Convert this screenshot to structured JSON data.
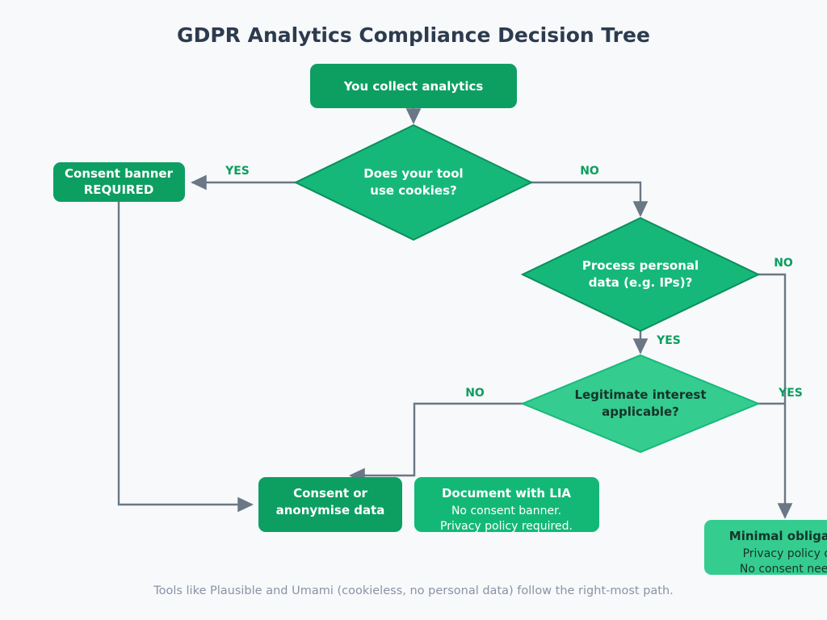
{
  "page": {
    "title": "GDPR Analytics Compliance Decision Tree",
    "caption": "Tools like Plausible and Umami (cookieless, no personal data) follow the right-most path.",
    "background_color": "#f7f9fb"
  },
  "colors": {
    "dark_green": "#0d9f62",
    "mid_green": "#13b877",
    "diamond_green": "#16b87a",
    "light_green": "#35cc8f",
    "diamond_border": "#0b8f5c",
    "connector_grey": "#6b7785",
    "title_text": "#2d3b4e",
    "edge_label_green": "#0b9e5e",
    "caption_grey": "#8a93a5",
    "white_text": "#ffffff",
    "dark_text": "#15342a"
  },
  "nodes": {
    "start": {
      "id": "you-collect-analytics",
      "shape": "rounded-rect",
      "label": "You collect analytics",
      "fill": "#0d9f62",
      "text_color": "#ffffff"
    },
    "decision_cookies": {
      "id": "does-your-tool-use-cookies",
      "shape": "diamond",
      "line1": "Does your tool",
      "line2": "use cookies?",
      "fill": "#16b87a",
      "text_color": "#ffffff"
    },
    "consent_banner": {
      "id": "consent-banner-required",
      "shape": "rounded-rect",
      "line1": "Consent banner",
      "line2": "REQUIRED",
      "fill": "#0d9f62",
      "text_color": "#ffffff"
    },
    "decision_personal_data": {
      "id": "process-personal-data",
      "shape": "diamond",
      "line1": "Process personal",
      "line2": "data (e.g. IPs)?",
      "fill": "#16b87a",
      "text_color": "#ffffff"
    },
    "decision_legitimate_interest": {
      "id": "legitimate-interest-applicable",
      "shape": "diamond",
      "line1": "Legitimate interest",
      "line2": "applicable?",
      "fill": "#35cc8f",
      "text_color": "#15342a"
    },
    "consent_or_anonymise": {
      "id": "consent-or-anonymise-data",
      "shape": "rounded-rect",
      "line1": "Consent or",
      "line2": "anonymise data",
      "fill": "#0d9f62",
      "text_color": "#ffffff"
    },
    "document_lia": {
      "id": "document-with-lia",
      "shape": "rounded-rect",
      "title": "Document with LIA",
      "line1": "No consent banner.",
      "line2": "Privacy policy required.",
      "fill": "#13b877",
      "text_color": "#ffffff"
    },
    "minimal_obligations": {
      "id": "minimal-obligations",
      "shape": "rounded-rect",
      "title": "Minimal obligations",
      "line1": "Privacy policy only.",
      "line2": "No consent needed.",
      "fill": "#35cc8f",
      "text_color": "#15342a",
      "clipped": "right edge"
    }
  },
  "edges": {
    "start_to_cookies": {
      "label": ""
    },
    "cookies_yes": {
      "label": "YES",
      "from": "does-your-tool-use-cookies",
      "to": "consent-banner-required"
    },
    "cookies_no": {
      "label": "NO",
      "from": "does-your-tool-use-cookies",
      "to": "process-personal-data"
    },
    "personal_data_no": {
      "label": "NO",
      "from": "process-personal-data",
      "to": "minimal-obligations"
    },
    "personal_data_yes": {
      "label": "YES",
      "from": "process-personal-data",
      "to": "legitimate-interest-applicable"
    },
    "legitimate_no": {
      "label": "NO",
      "from": "legitimate-interest-applicable",
      "to": "consent-or-anonymise-data"
    },
    "legitimate_yes": {
      "label": "YES",
      "from": "legitimate-interest-applicable",
      "to": "minimal-obligations"
    },
    "consent_banner_to_consent_or_anonymise": {
      "label": ""
    }
  }
}
